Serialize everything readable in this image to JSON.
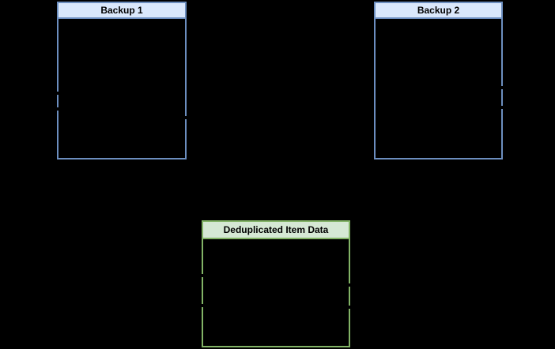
{
  "diagram": {
    "background_color": "#000000",
    "nodes": [
      {
        "id": "backup-1",
        "title": "Backup 1",
        "header_fill": "#dae8fc",
        "stroke": "#6c8ebf",
        "body": ""
      },
      {
        "id": "backup-2",
        "title": "Backup 2",
        "header_fill": "#dae8fc",
        "stroke": "#6c8ebf",
        "body": ""
      },
      {
        "id": "deduplicated-item-data",
        "title": "Deduplicated Item Data",
        "header_fill": "#d5e8d4",
        "stroke": "#82b366",
        "body": ""
      }
    ]
  }
}
